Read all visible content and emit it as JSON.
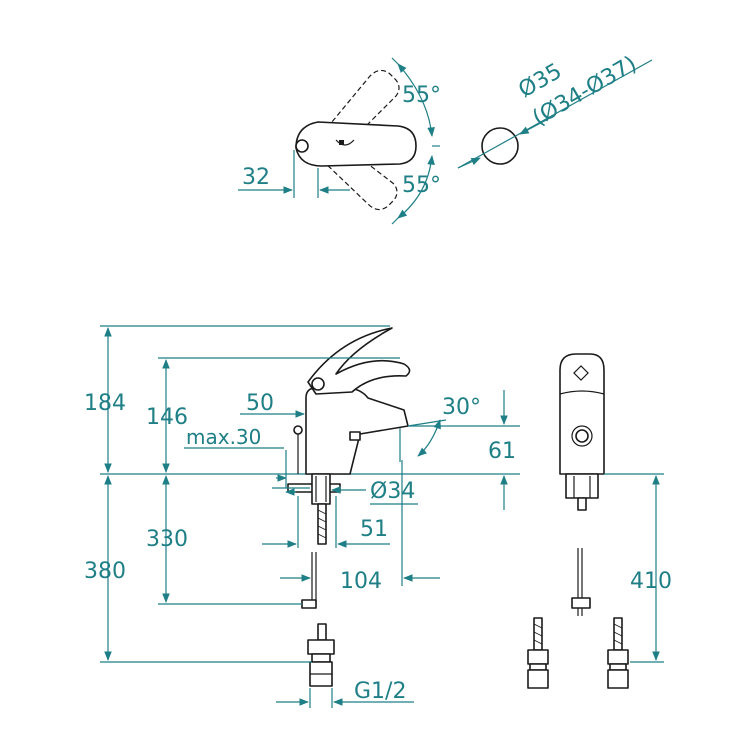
{
  "top_view": {
    "angle_upper": "55°",
    "angle_lower": "55°",
    "handle_offset": "32",
    "hole_diameter": "Ø35",
    "hole_range": "(Ø34-Ø37)"
  },
  "side_view": {
    "height_total_handle": "184",
    "height_spout_top": "146",
    "spout_reach_upper": "50",
    "max_deck": "max.30",
    "spout_angle": "30°",
    "spout_height": "61",
    "base_diameter": "Ø34",
    "hose_length_a": "330",
    "hose_length_b": "380",
    "spout_offset": "51",
    "spout_reach": "104",
    "thread": "G1/2"
  },
  "front_view": {
    "hose_length": "410"
  }
}
